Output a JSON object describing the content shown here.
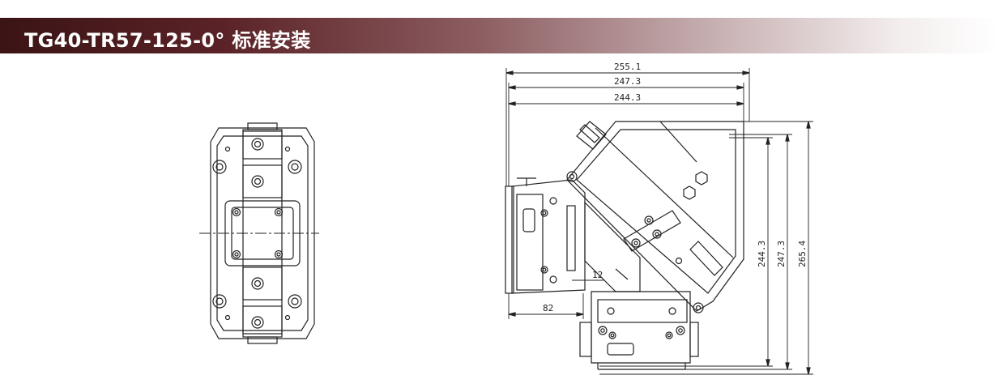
{
  "header": {
    "title": "TG40-TR57-125-0° 标准安装"
  },
  "colors": {
    "title_bar_dark": "#3b1416",
    "title_text": "#ffffff",
    "line": "#222222"
  },
  "dimensions": {
    "width_top": "255.1",
    "width_mid": "247.3",
    "width_low": "244.3",
    "height_inner": "244.3",
    "height_mid": "247.3",
    "height_outer": "265.4",
    "offset_small": "12",
    "base_width": "82"
  }
}
